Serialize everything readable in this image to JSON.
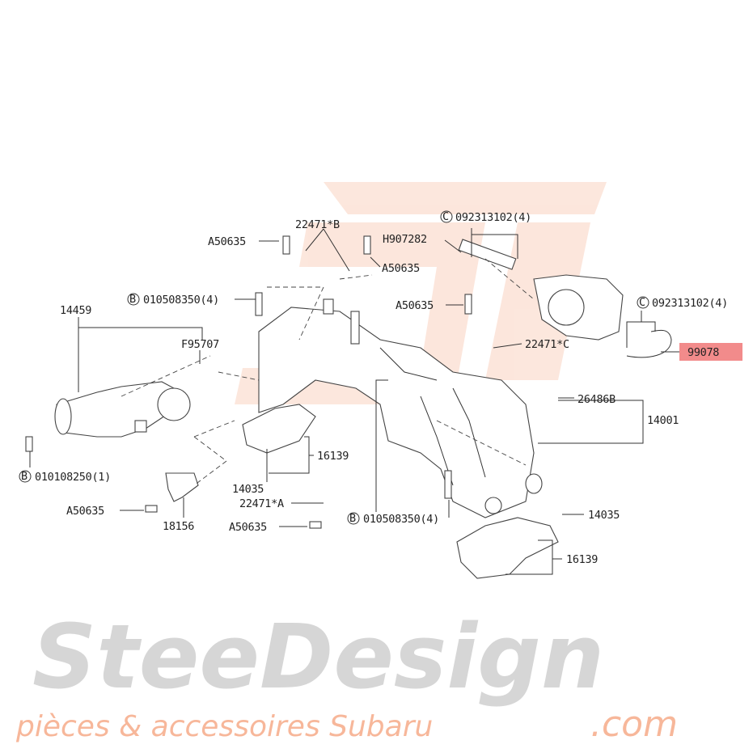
{
  "watermark": {
    "brand": "SteeDesign",
    "domain": ".com",
    "tagline": "pièces & accessoires Subaru",
    "colors": {
      "grey": "#d6d6d6",
      "orange": "#f7b79a"
    }
  },
  "highlight_color": "#f28b8b",
  "callouts": [
    {
      "id": "22471B",
      "text": "22471*B"
    },
    {
      "id": "a50635-1",
      "text": "A50635"
    },
    {
      "id": "a50635-2",
      "text": "A50635"
    },
    {
      "id": "h907282",
      "text": "H907282"
    },
    {
      "id": "c092313102-1",
      "prefix": "C",
      "text": "092313102(4)"
    },
    {
      "id": "b010508350-1",
      "prefix": "B",
      "text": "010508350(4)"
    },
    {
      "id": "a50635-3",
      "text": "A50635"
    },
    {
      "id": "c092313102-2",
      "prefix": "C",
      "text": "092313102(4)"
    },
    {
      "id": "14459",
      "text": "14459"
    },
    {
      "id": "f95707",
      "text": "F95707"
    },
    {
      "id": "22471C",
      "text": "22471*C"
    },
    {
      "id": "99078",
      "text": "99078",
      "highlighted": true
    },
    {
      "id": "26486B",
      "text": "26486B"
    },
    {
      "id": "14001",
      "text": "14001"
    },
    {
      "id": "16139-1",
      "text": "16139"
    },
    {
      "id": "14035-1",
      "text": "14035"
    },
    {
      "id": "b010108250",
      "prefix": "B",
      "text": "010108250(1)"
    },
    {
      "id": "22471A",
      "text": "22471*A"
    },
    {
      "id": "a50635-4",
      "text": "A50635"
    },
    {
      "id": "a50635-5",
      "text": "A50635"
    },
    {
      "id": "b010508350-2",
      "prefix": "B",
      "text": "010508350(4)"
    },
    {
      "id": "14035-2",
      "text": "14035"
    },
    {
      "id": "18156",
      "text": "18156"
    },
    {
      "id": "16139-2",
      "text": "16139"
    }
  ]
}
